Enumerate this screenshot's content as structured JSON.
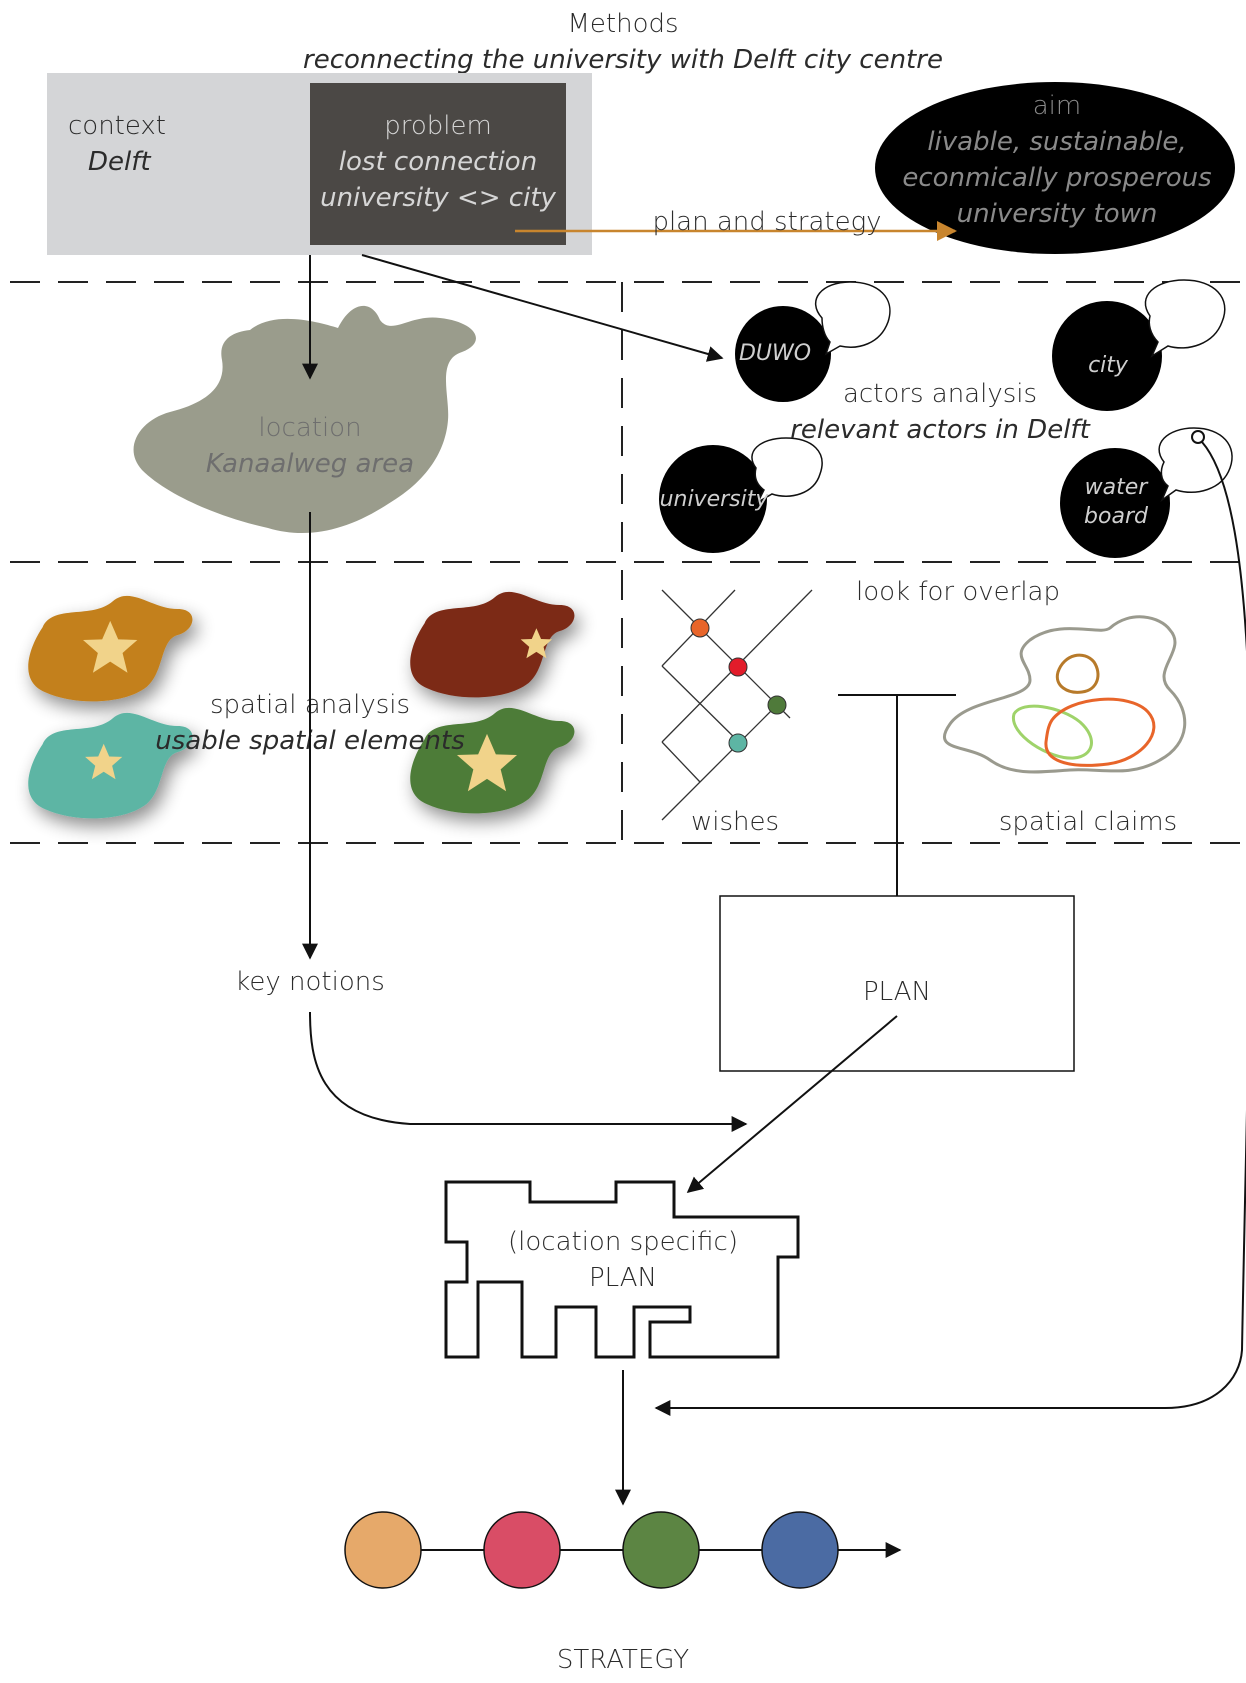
{
  "title": "Methods",
  "subtitle": "reconnecting the university with Delft city centre",
  "context": {
    "label": "context",
    "value": "Delft"
  },
  "problem": {
    "label": "problem",
    "line1": "lost connection",
    "line2": "university <> city"
  },
  "plan_strategy_label": "plan and strategy",
  "aim": {
    "label": "aim",
    "line1": "livable, sustainable,",
    "line2": "econmically prosperous",
    "line3": "university town"
  },
  "location": {
    "label": "location",
    "value": "Kanaalweg area"
  },
  "actors": {
    "label": "actors analysis",
    "value": "relevant actors in Delft",
    "duwo": "DUWO",
    "city": "city",
    "university": "university",
    "water1": "water",
    "water2": "board"
  },
  "spatial": {
    "label": "spatial analysis",
    "value": "usable spatial elements"
  },
  "overlap": {
    "label": "look for overlap",
    "wishes": "wishes",
    "claims": "spatial claims"
  },
  "key_notions": "key notions",
  "plan": "PLAN",
  "location_plan": {
    "line1": "(location specific)",
    "line2": "PLAN"
  },
  "strategy": {
    "label": "STRATEGY",
    "colors": [
      "#e6a96a",
      "#d94d66",
      "#5c8543",
      "#4b6ba3"
    ]
  },
  "colors": {
    "context_box": "#d4d5d7",
    "problem_box": "#4b4845",
    "aim_ellipse": "#000000",
    "location_blob": "#9a9c8c",
    "orange_arrow": "#c8852e"
  }
}
